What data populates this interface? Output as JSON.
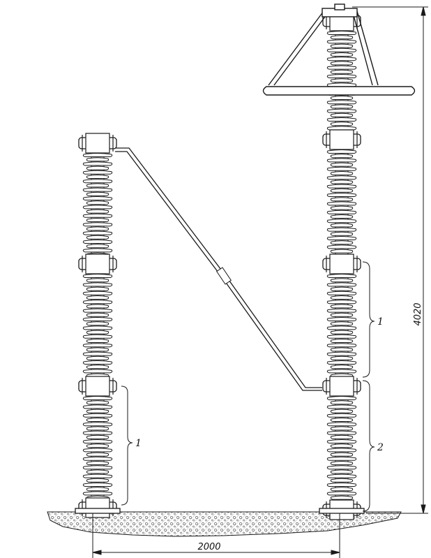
{
  "dimensions": {
    "base_spacing": "2000",
    "total_height": "4020"
  },
  "callouts": {
    "left_segment": "1",
    "right_upper_segment": "1",
    "right_lower_segment": "2"
  },
  "colors": {
    "ink": "#1a1a1a",
    "ground_hatch": "#555555",
    "background": "#ffffff"
  }
}
